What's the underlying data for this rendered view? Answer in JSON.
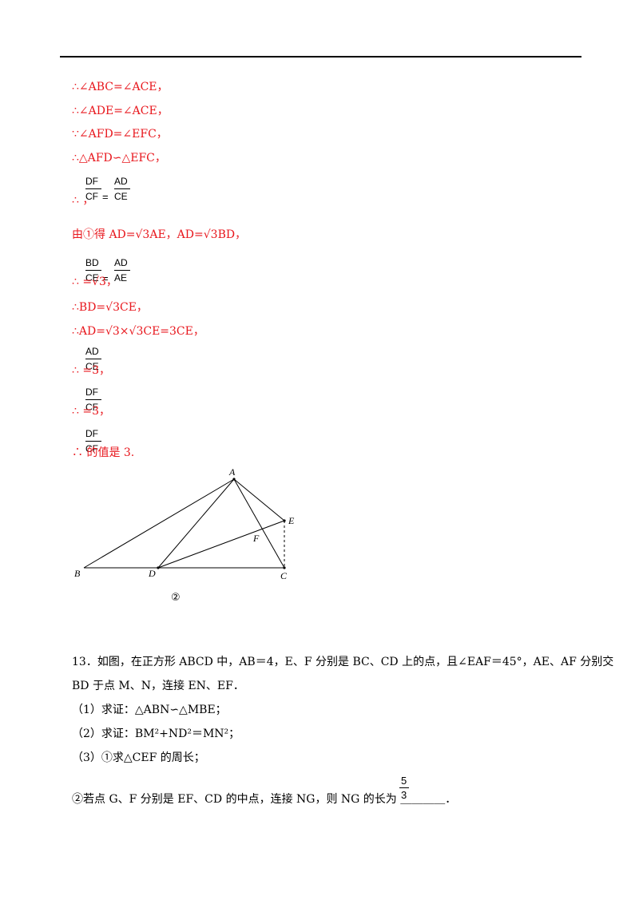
{
  "solution": {
    "l1": "∴∠ABC=∠ACE，",
    "l2": "∴∠ADE=∠ACE，",
    "l3": "∵∠AFD=∠EFC，",
    "l4": "∴△AFD∽△EFC，",
    "l5": "∴            ，",
    "f1a_num": "DF",
    "f1a_den": "CF",
    "f1b_num": "AD",
    "f1b_den": "CE",
    "l6": "由①得 AD=√3AE，AD=√3BD，",
    "f2a_num": "BD",
    "f2a_den": "CE",
    "f2b_num": "AD",
    "f2b_den": "AE",
    "l7": "∴            =√3，",
    "l8": "∴BD=√3CE，",
    "l9": "∴AD=√3×√3CE=3CE，",
    "f3_num": "AD",
    "f3_den": "CE",
    "l10": "∴      =3，",
    "f4_num": "DF",
    "f4_den": "CF",
    "l11": "∴      =3，",
    "f5_num": "DF",
    "f5_den": "CF",
    "l12": "∴      的值是 3."
  },
  "figure": {
    "labels": {
      "A": "A",
      "B": "B",
      "C": "C",
      "D": "D",
      "E": "E",
      "F": "F"
    },
    "caption": "②"
  },
  "problem": {
    "line1": "13．如图，在正方形 ABCD 中，AB＝4，E、F 分别是 BC、CD 上的点，且∠EAF＝45°，AE、AF 分别交",
    "line2": "BD 于点 M、N，连接 EN、EF．",
    "q1": "（1）求证：△ABN∽△MBE；",
    "q2": "（2）求证：BM²+ND²＝MN²；",
    "q3": "（3）①求△CEF 的周长；",
    "q4": "②若点 G、F 分别是 EF、CD 的中点，连接 NG，则 NG 的长为 ＿＿＿＿．",
    "answer_num": "5",
    "answer_den": "3"
  }
}
